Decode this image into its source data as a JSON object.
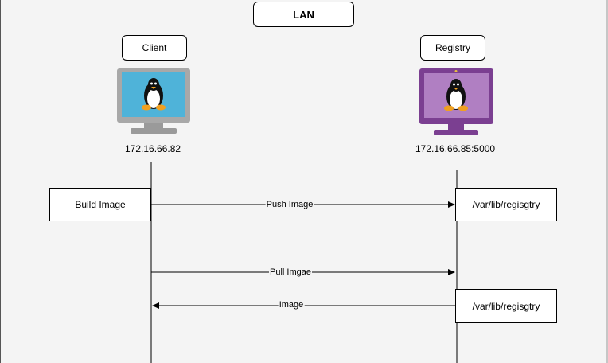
{
  "diagram": {
    "title": "LAN",
    "client": {
      "label": "Client",
      "ip": "172.16.66.82",
      "icon": "linux-monitor-icon",
      "screen_color": "#4fb3d9"
    },
    "registry": {
      "label": "Registry",
      "ip": "172.16.66.85:5000",
      "icon": "linux-monitor-icon",
      "screen_color": "#b07fc2",
      "frame_color": "#7b3f91"
    },
    "build_box": "Build Image",
    "storage_box_1": "/var/lib/regisgtry",
    "storage_box_2": "/var/lib/regisgtry",
    "messages": [
      {
        "label": "Push Image",
        "direction": "right"
      },
      {
        "label": "Pull Imgae",
        "direction": "right"
      },
      {
        "label": "Image",
        "direction": "left"
      }
    ]
  }
}
